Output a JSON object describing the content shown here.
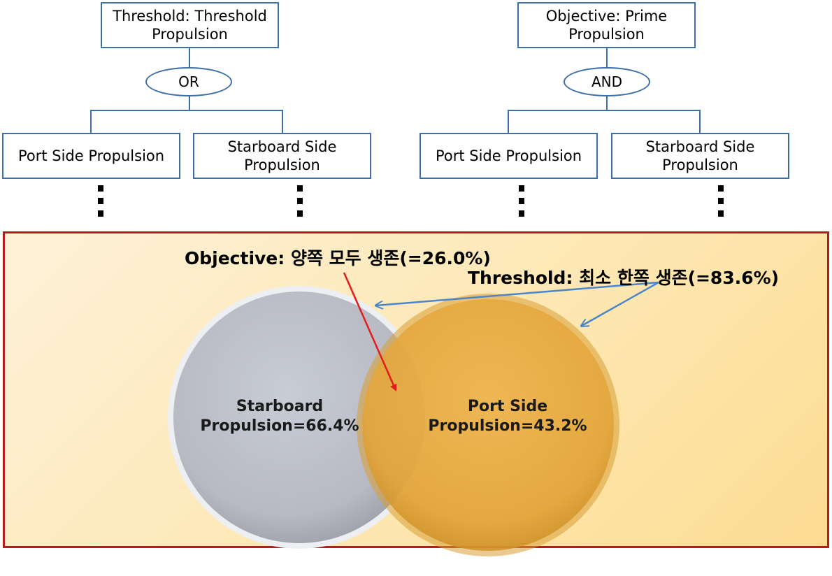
{
  "left_tree": {
    "root_label": "Threshold: Threshold\nPropulsion",
    "gate": "OR",
    "children": [
      "Port Side Propulsion",
      "Starboard Side\nPropulsion"
    ]
  },
  "right_tree": {
    "root_label": "Objective: Prime\nPropulsion",
    "gate": "AND",
    "children": [
      "Port Side Propulsion",
      "Starboard Side\nPropulsion"
    ]
  },
  "venn": {
    "objective_note": "Objective: 양쪽 모두 생존(=26.0%)",
    "threshold_note": "Threshold: 최소 한쪽 생존(=83.6%)",
    "starboard_label": "Starboard\nPropulsion=66.4%",
    "port_label": "Port Side\nPropulsion=43.2%"
  },
  "colors": {
    "box_border": "#3d6ea8",
    "panel_border": "#b21d1d",
    "objective_arrow": "#e41b1b",
    "threshold_arrow": "#4a86c8",
    "starboard_circle": "#c3c6cf",
    "port_circle": "#e6ad3f"
  }
}
